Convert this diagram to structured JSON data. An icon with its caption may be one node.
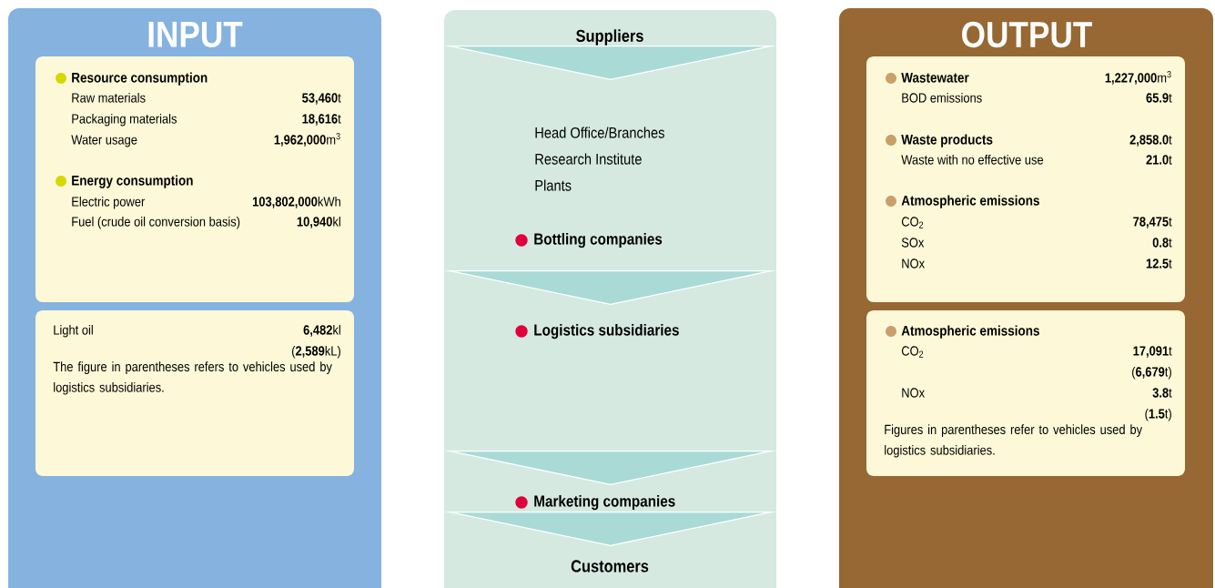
{
  "diagram": {
    "nodes": [
      {
        "text": [
          "INPUT"
        ]
      },
      {
        "text": [
          "Resource consumption",
          "Raw materials",
          "**53,460**t",
          "Packaging materials",
          "**18,616**t",
          "Water usage",
          "**1,962,000**m$^{3}$",
          "Energy consumption",
          "Electric power",
          "**103,802,000**kWh",
          "Fuel (crude oil conversion basis)",
          "**10,940**kl"
        ],
        "in": 0
      },
      {
        "text": [
          "Light oil",
          "**6,482**kl",
          "(**2,589**kL)",
          "The figure in parentheses refers to vehicles used by logistics subsidiaries."
        ],
        "in": 0
      },
      {
        "text": [
          "Suppliers"
        ]
      },
      {
        "text": [
          "Head Office/Branches",
          "Research Institute",
          "Plants",
          "Bottling companies"
        ]
      },
      {
        "text": [
          "Logistics subsidiaries"
        ]
      },
      {
        "text": [
          "Marketing companies"
        ]
      },
      {
        "text": [
          "Customers"
        ]
      },
      {
        "text": [
          "OUTPUT"
        ]
      },
      {
        "text": [
          "Wastewater",
          "**1,227,000**m$^{3}$",
          "BOD emissions",
          "**65.9**t",
          "Waste products",
          "**2,858.0**t",
          "Waste with no effective use",
          "**21.0**t",
          "Atmospheric emissions",
          "CO$_{2}$",
          "**78,475**t",
          "SOx",
          "**0.8**t",
          "NOx",
          "**12.5**t"
        ],
        "in": 8
      },
      {
        "text": [
          "Atmospheric emissions",
          "CO$_{2}$",
          "**17,091**t",
          "(**6,679**t)",
          "NOx",
          "**3.8**t",
          "(**1.5**t)",
          "Figures in parentheses refer to vehicles used by logistics subsidiaries."
        ],
        "in": 8
      }
    ],
    "edges": [
      {
        "from": 3,
        "to": 4,
        "arrow": "to"
      },
      {
        "from": 4,
        "to": 5,
        "arrow": "to"
      },
      {
        "from": 5,
        "to": 6,
        "arrow": "to"
      },
      {
        "from": 6,
        "to": 7,
        "arrow": "to"
      }
    ]
  }
}
